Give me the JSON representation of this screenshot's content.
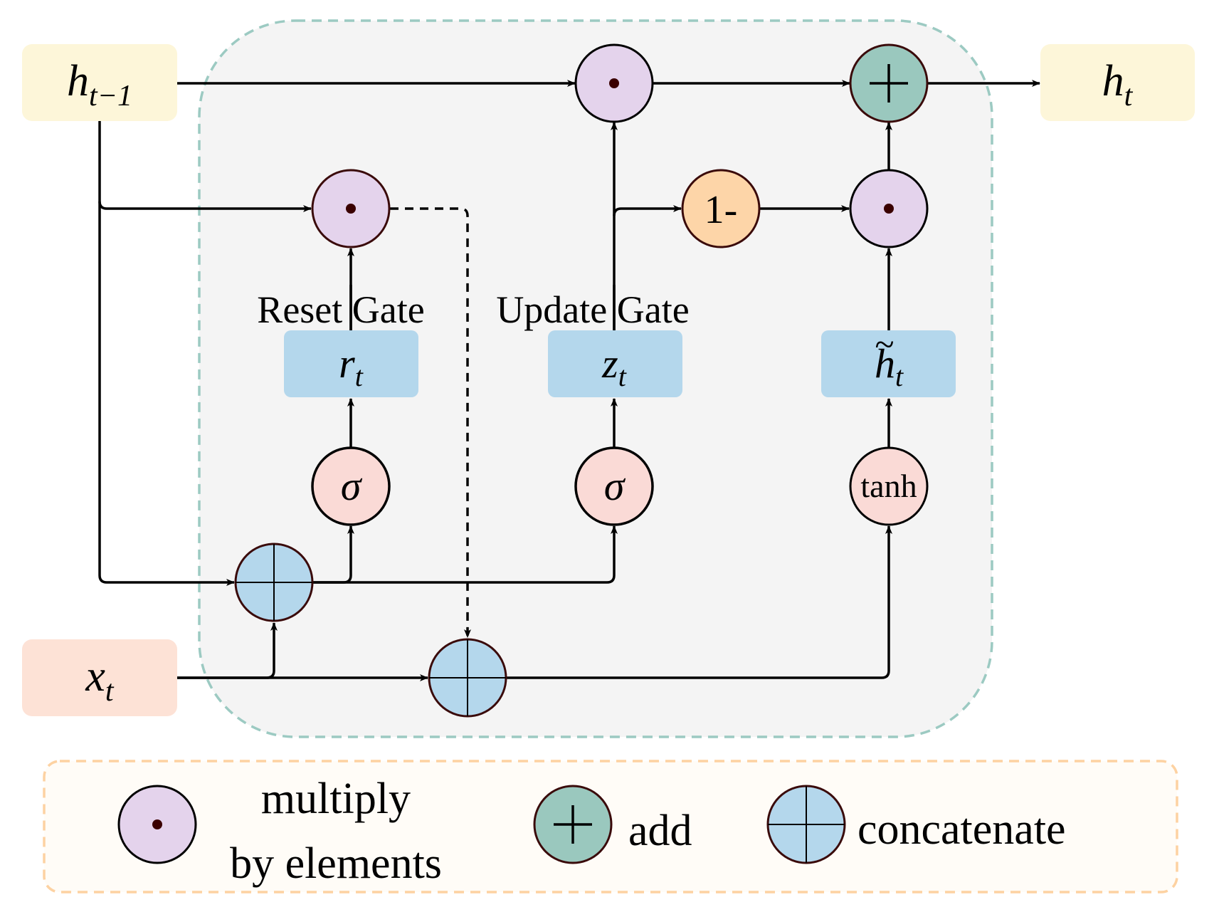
{
  "title": "GRU cell diagram",
  "colors": {
    "io_box_h": "#fdf6d9",
    "io_box_x": "#fde2d6",
    "gate_box": "#b4d7ec",
    "multiply": "#e4d3ec",
    "add": "#9ac8be",
    "concat": "#b4d7ec",
    "activation": "#fadad6",
    "one_minus": "#fdd5a8",
    "cell_bg": "#f4f4f4",
    "cell_border": "#9ccac2",
    "legend_bg": "#fffcf7",
    "legend_border": "#fdd2a2"
  },
  "inputs": {
    "h_prev": {
      "base": "h",
      "sub": "t−1"
    },
    "x": {
      "base": "x",
      "sub": "t"
    }
  },
  "output": {
    "base": "h",
    "sub": "t"
  },
  "gates": {
    "reset": {
      "label": "Reset Gate",
      "var_base": "r",
      "var_sub": "t",
      "activation": "σ"
    },
    "update": {
      "label": "Update Gate",
      "var_base": "z",
      "var_sub": "t",
      "activation": "σ"
    },
    "candidate": {
      "var_base": "h",
      "var_accent": "~",
      "var_sub": "t",
      "activation": "tanh"
    }
  },
  "one_minus_label": "1-",
  "legend": {
    "multiply": {
      "line1": "multiply",
      "line2": "by elements"
    },
    "add": {
      "label": "add"
    },
    "concat": {
      "label": "concatenate"
    }
  }
}
